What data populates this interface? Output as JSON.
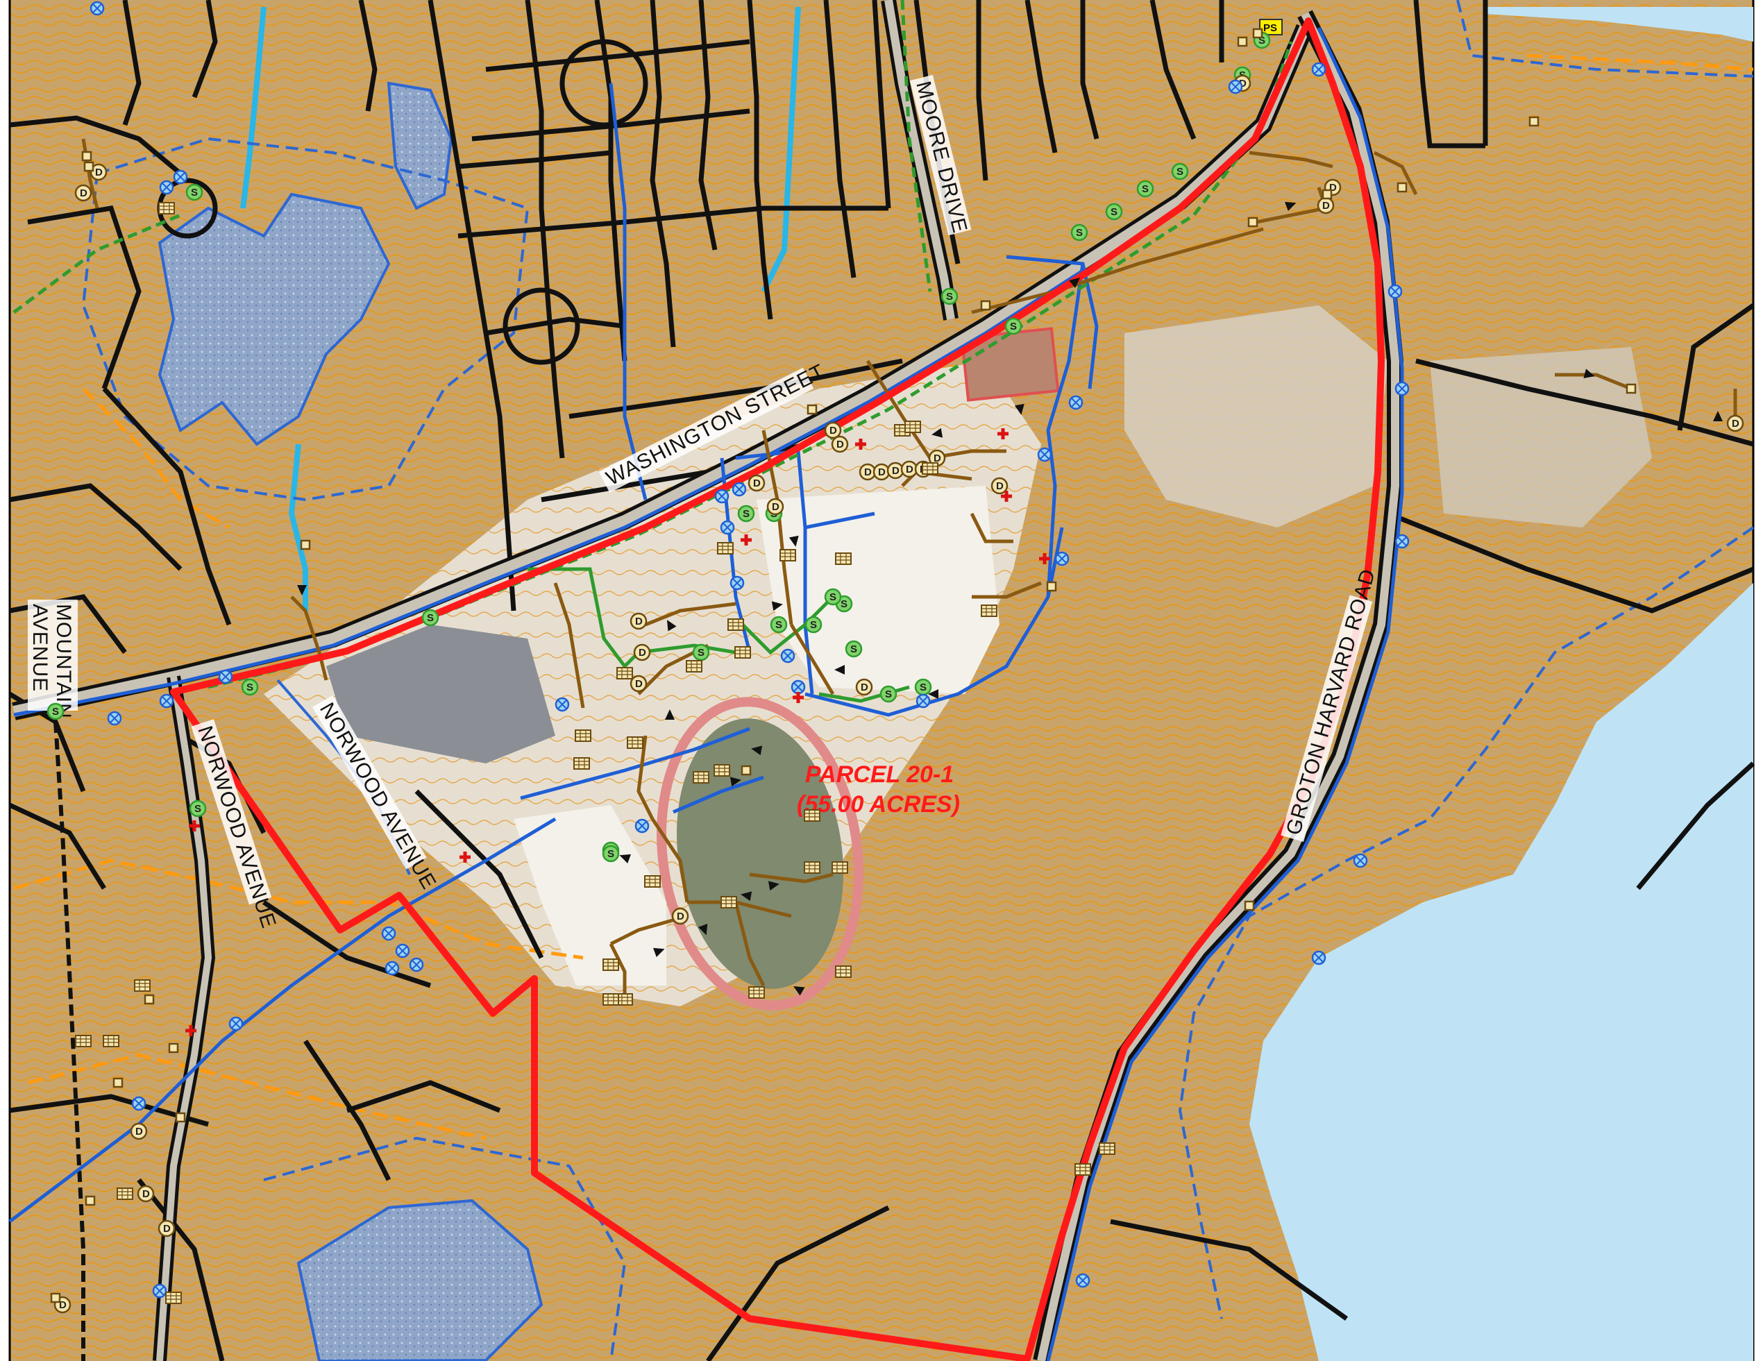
{
  "map": {
    "streets": {
      "washington": "WASHINGTON STREET",
      "moore": "MOORE DRIVE",
      "mountain_line1": "MOUNTAIN",
      "mountain_line2": "AVENUE",
      "norwood_west": "NORWOOD AVENUE",
      "norwood_east": "NORWOOD AVENUE",
      "groton_harvard": "GROTON HARVARD ROAD"
    },
    "parcel": {
      "name": "PARCEL 20-1",
      "area": "(55.00 ACRES)"
    },
    "pump_station_tag": "PS",
    "symbol_letters": {
      "drain": "D",
      "sewer": "S"
    },
    "colors": {
      "parcel_boundary": "#ff1a1a",
      "roads_lines": "#111111",
      "water_main": "#1f5fd6",
      "sewer_main": "#2e9c2e",
      "drain_pipe": "#8a5a12",
      "contours": "#e09a2a",
      "wetland": "#3a6fd0",
      "pond": "#bfe3f5",
      "stream": "#29b6e8",
      "symbol_sewer_fill": "#7fd46a",
      "symbol_drain_fill": "#f5e6b0"
    }
  }
}
